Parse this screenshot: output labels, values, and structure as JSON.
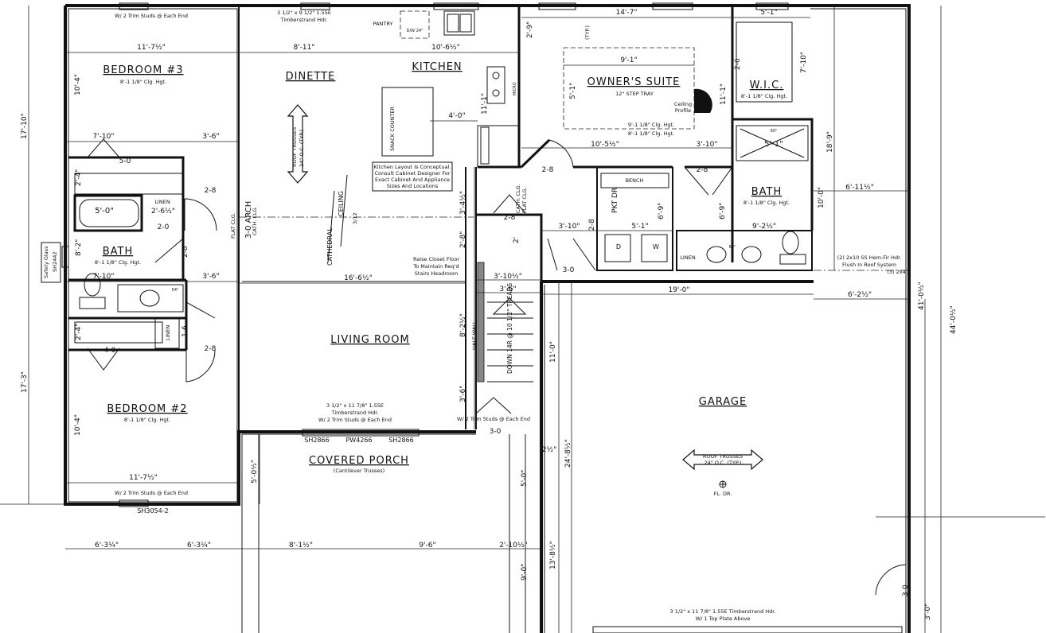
{
  "rooms": {
    "bedroom3": "BEDROOM #3",
    "dinette": "DINETTE",
    "kitchen": "KITCHEN",
    "owners_suite": "OWNER'S SUITE",
    "wic": "W.I.C.",
    "bath_left": "BATH",
    "bath_right": "BATH",
    "living_room": "LIVING ROOM",
    "bedroom2": "BEDROOM #2",
    "covered_porch": "COVERED PORCH",
    "garage": "GARAGE"
  },
  "notes": {
    "bed3_top": "W/ 2 Trim Studs @ Each End",
    "bed3_clg": "8'-1 1/8\" Clg. Hgt.",
    "dinette_hdr_1": "3 1/2\" x 9 1/2\" 1.55E",
    "dinette_hdr_2": "Timberstrand Hdr.",
    "pantry": "PANTRY",
    "dw": "D/W 24\"",
    "micro": "MICRO",
    "snack": "SNACK COUNTER",
    "kitchen_note_1": "Kitchen Layout Is Conceptual.",
    "kitchen_note_2": "Consult Cabinet Designer For",
    "kitchen_note_3": "Exact Cabinet And Appliance",
    "kitchen_note_4": "Sizes And Locations",
    "roof_trusses_v_1": "ROOF TRUSSES",
    "roof_trusses_v_2": "24\" O.C. (TYP.)",
    "cathedral": "CATHEDRAL",
    "ceiling": "CEILING",
    "pitch": "3/12",
    "arch": "3-0 ARCH",
    "flat_clg": "FLAT CLG.",
    "cath_clg": "CATH. CLG.",
    "step_tray": "12\" STEP TRAY",
    "ceiling_profile_1": "Ceiling",
    "ceiling_profile_2": "Profile",
    "suite_clg_1": "9'-1 1/8\" Clg. Hgt.",
    "suite_clg_2": "8'-1 1/8\" Clg. Hgt.",
    "typ": "(TYP.)",
    "wic_clg": "8'-1 1/8\" Clg. Hgt.",
    "shower_60": "60\"",
    "bath_right_clg": "8'-1 1/8\" Clg. Hgt.",
    "bench": "BENCH",
    "pkt_dr": "PKT DR",
    "washer": "W",
    "dryer": "D",
    "linen_right": "LINEN",
    "sink_60": "60\"",
    "cath_clg_v": "CATH. CLG.",
    "flat_clg_v": "FLAT CLG.",
    "hdr_right_1": "(2) 2x10 SS Hem-Fir Hdr.",
    "hdr_right_2": "Flush In Roof System",
    "hdr_right_3": "(3) 2x4",
    "raise_1": "Raise Closet Floor",
    "raise_2": "To Maintain Req'd",
    "raise_3": "Stairs Headroom",
    "half_wall": "HALF WALL",
    "stairs": "DOWN 14R @ 10 1/2\" TREADS",
    "linen_left": "LINEN",
    "bath_left_clg": "8'-1 1/8\" Clg. Hgt.",
    "linen_left_v": "LINEN",
    "safety_glass": "Safety Glass",
    "win_left": "SH2442",
    "tub_54": "54\"",
    "bed2_clg": "8'-1 1/8\" Clg. Hgt.",
    "bed2_bottom": "W/ 2 Trim Studs @ Each End",
    "win_bed2": "SH3054-2",
    "living_hdr_1": "3 1/2\" x 11 7/8\" 1.55E",
    "living_hdr_2": "Timberstrand Hdr.",
    "living_hdr_3": "W/ 2 Trim Studs @ Each End",
    "win_a": "SH2866",
    "win_b": "PW4266",
    "win_c": "SH2866",
    "porch_note": "(Cantilever Trusses)",
    "stair_trim": "W/ 2 Trim Studs @ Each End",
    "garage_trusses_1": "ROOF TRUSSES",
    "garage_trusses_2": "24\" O.C. (TYP.)",
    "fl_dr": "FL. DR.",
    "garage_hdr_1": "3 1/2\" x 11 7/8\" 1.55E Timberstrand Hdr.",
    "garage_hdr_2": "W/ 1 Top Plate Above"
  },
  "dims": {
    "d_11_7h_top": "11'-7½\"",
    "d_8_11": "8'-11\"",
    "d_10_6h": "10'-6½\"",
    "d_14_7": "14'-7\"",
    "d_5_1_wic": "5'-1\"",
    "d_10_4_bed3": "10'-4\"",
    "d_7_10_a": "7'-10\"",
    "d_3_6_a": "3'-6\"",
    "d_5_0": "5-0",
    "d_2_4_a": "2'-4\"",
    "d_2_8_a": "2-8",
    "d_5_0_tub": "5'-0\"",
    "d_2_6h": "2'-6½\"",
    "d_2_0": "2-0",
    "d_8_2": "8'-2\"",
    "d_2_8_b": "2-8",
    "d_7_10_b": "7'-10\"",
    "d_3_6_b": "3'-6\"",
    "d_16_6h": "16'-6½\"",
    "d_2_4_b": "2'-4\"",
    "d_1_6": "1-6",
    "d_4_0": "4-0",
    "d_2_8_c": "2-8",
    "d_10_4_bed2": "10'-4\"",
    "d_11_7h_bot": "11'-7½\"",
    "d_11_1": "11'-1\"",
    "d_4_0_snack": "4'-0\"",
    "d_9_1": "9'-1\"",
    "d_5_1_suite": "5'-1\"",
    "d_2_9": "2'-9\"",
    "d_11_1_suite": "11'-1\"",
    "d_2_6": "2-6",
    "d_7_10_wic": "7'-10\"",
    "d_10_5h": "10'-5½\"",
    "d_3_10_a": "3'-10\"",
    "d_2_8_d": "2-8",
    "d_2_8_e": "2-8",
    "d_5_1_shower": "5'-1\"",
    "d_18_9": "18'-9\"",
    "d_6_11h": "6'-11½\"",
    "d_10_0": "10'-0\"",
    "d_9_2h": "9'-2½\"",
    "d_6_9": "6'-9\"",
    "d_5_1_laundry": "5'-1\"",
    "d_3_10_b": "3'-10\"",
    "d_2_8_f": "2-8",
    "d_2_8_g": "2-8",
    "d_3_4h": "3'-4½\"",
    "d_2_8_h": "2'-8\"",
    "d_2_i": "2'",
    "d_3_10h": "3'-10½\"",
    "d_3_6_c": "3'-6\"",
    "d_3_0_a": "3-0",
    "d_19_0": "19'-0\"",
    "d_6_2h": "6'-2½\"",
    "d_8_2h": "8'-2½\"",
    "d_11_0": "11'-0\"",
    "d_3_6_d": "3'-6\"",
    "d_3_0_b": "3-0",
    "d_5_0h": "5'-0½\"",
    "d_5_0_porch": "5'-0\"",
    "d_2h": "2½\"",
    "d_24_8h": "24'-8½\"",
    "d_13_8h": "13'-8½\"",
    "d_9_0": "9'-0\"",
    "d_6_3q_a": "6'-3¼\"",
    "d_6_3q_b": "6'-3¼\"",
    "d_8_1h": "8'-1½\"",
    "d_9_6": "9'-6\"",
    "d_2_10h": "2'-10½\"",
    "d_17_10": "17'-10\"",
    "d_17_3": "17'-3\"",
    "d_41_0h": "41'-0½\"",
    "d_44_0h": "44'-0½\"",
    "d_3_0_right": "3'-0\"",
    "d_3_0_garage": "3-0"
  }
}
